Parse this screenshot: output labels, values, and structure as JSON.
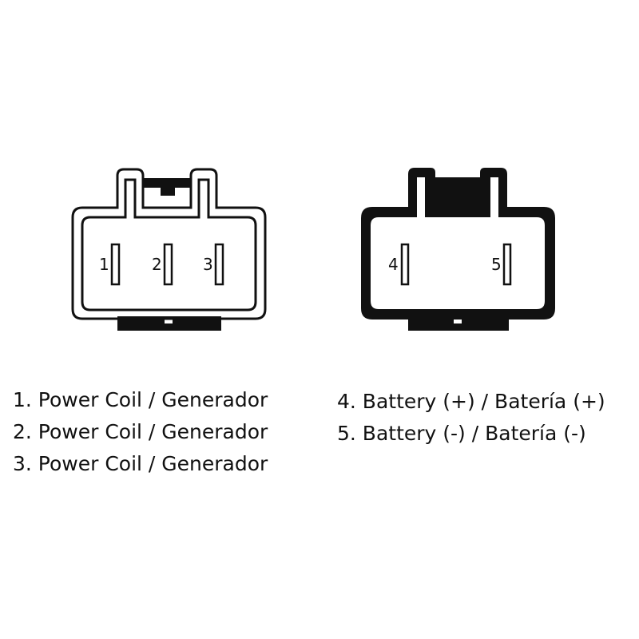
{
  "connectors": [
    {
      "style": "outline",
      "pins": [
        "1",
        "2",
        "3"
      ]
    },
    {
      "style": "solid",
      "pins": [
        "4",
        "5"
      ]
    }
  ],
  "legend": {
    "left": [
      "1. Power Coil / Generador",
      "2. Power Coil / Generador",
      "3. Power Coil / Generador"
    ],
    "right": [
      "4. Battery (+) / Batería (+)",
      "5. Battery (-) / Batería (-)"
    ]
  },
  "colors": {
    "ink": "#111111",
    "background": "#ffffff"
  }
}
